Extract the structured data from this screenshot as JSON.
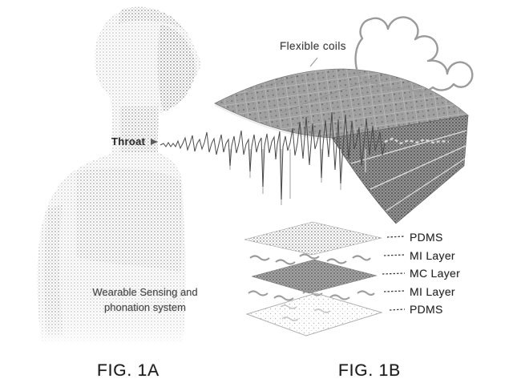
{
  "colors": {
    "background": "#ffffff",
    "ink": "#222222",
    "halftone_light": "#bdbdbd",
    "halftone_mid": "#9a9a9a",
    "halftone_dark": "#6b6b6b"
  },
  "fig_1a": {
    "caption": "FIG. 1A",
    "labels": {
      "throat": "Throat",
      "system_line1": "Wearable Sensing and",
      "system_line2": "phonation system"
    }
  },
  "fig_1b": {
    "caption": "FIG. 1B",
    "labels": {
      "flexible_coils": "Flexible coils"
    },
    "layer_stack": [
      "PDMS",
      "MI Layer",
      "MC Layer",
      "MI Layer",
      "PDMS"
    ]
  }
}
